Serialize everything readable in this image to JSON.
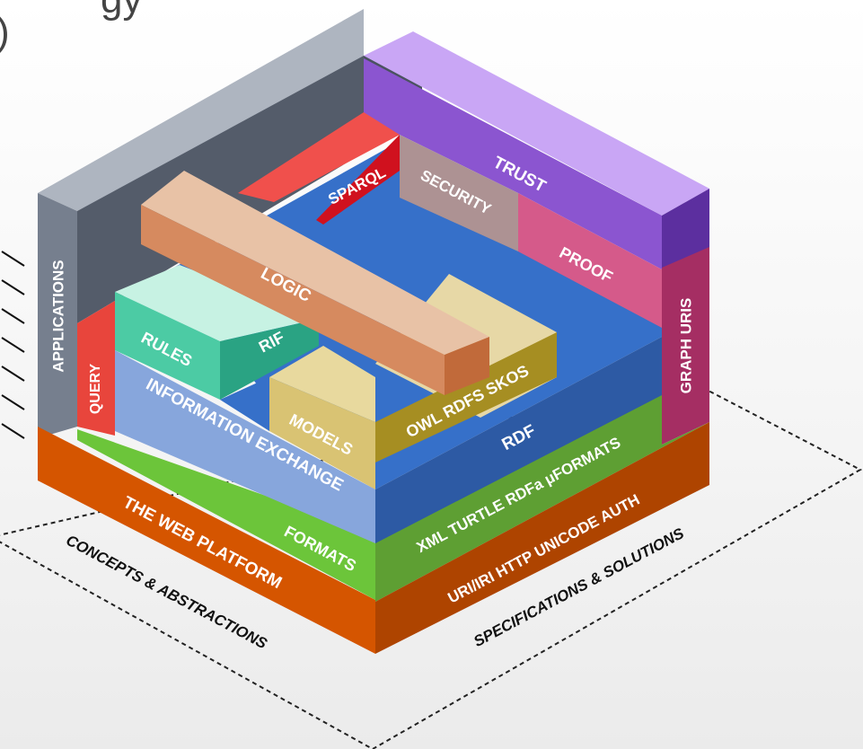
{
  "title_fragment": "gy",
  "paren_fragment": ")",
  "layers": {
    "applications": "APPLICATIONS",
    "query": "QUERY",
    "sparql": "SPARQL",
    "security": "SECURITY",
    "trust": "TRUST",
    "proof": "PROOF",
    "graph_uris": "GRAPH URIS",
    "logic": "LOGIC",
    "rules": "RULES",
    "rif": "RIF",
    "models": "MODELS",
    "owl_rdfs_skos": "OWL  RDFS  SKOS",
    "information_exchange": "INFORMATION EXCHANGE",
    "rdf": "RDF",
    "formats": "FORMATS",
    "format_specs": "XML  TURTLE  RDFa  μFORMATS",
    "web_platform": "THE WEB PLATFORM",
    "platform_specs": "URI/IRI  HTTP  UNICODE  AUTH"
  },
  "base": {
    "left": "CONCEPTS & ABSTRACTIONS",
    "right": "SPECIFICATIONS & SOLUTIONS"
  },
  "colors": {
    "applications": "#7a8797",
    "query_red": "#e8473c",
    "sparql": "#d4101f",
    "security": "#a88f8f",
    "trust": "#8a4fd0",
    "proof": "#d45b88",
    "graph_uris": "#a52e63",
    "logic": "#d68a5f",
    "rules": "#45c9a4",
    "rif": "#2aa284",
    "models": "#e1cd80",
    "owl": "#a58e24",
    "rdf_blue": "#3a6ec8",
    "info_exchange": "#87a6dc",
    "formats_green": "#6bc43c",
    "platform_orange": "#d55500"
  }
}
